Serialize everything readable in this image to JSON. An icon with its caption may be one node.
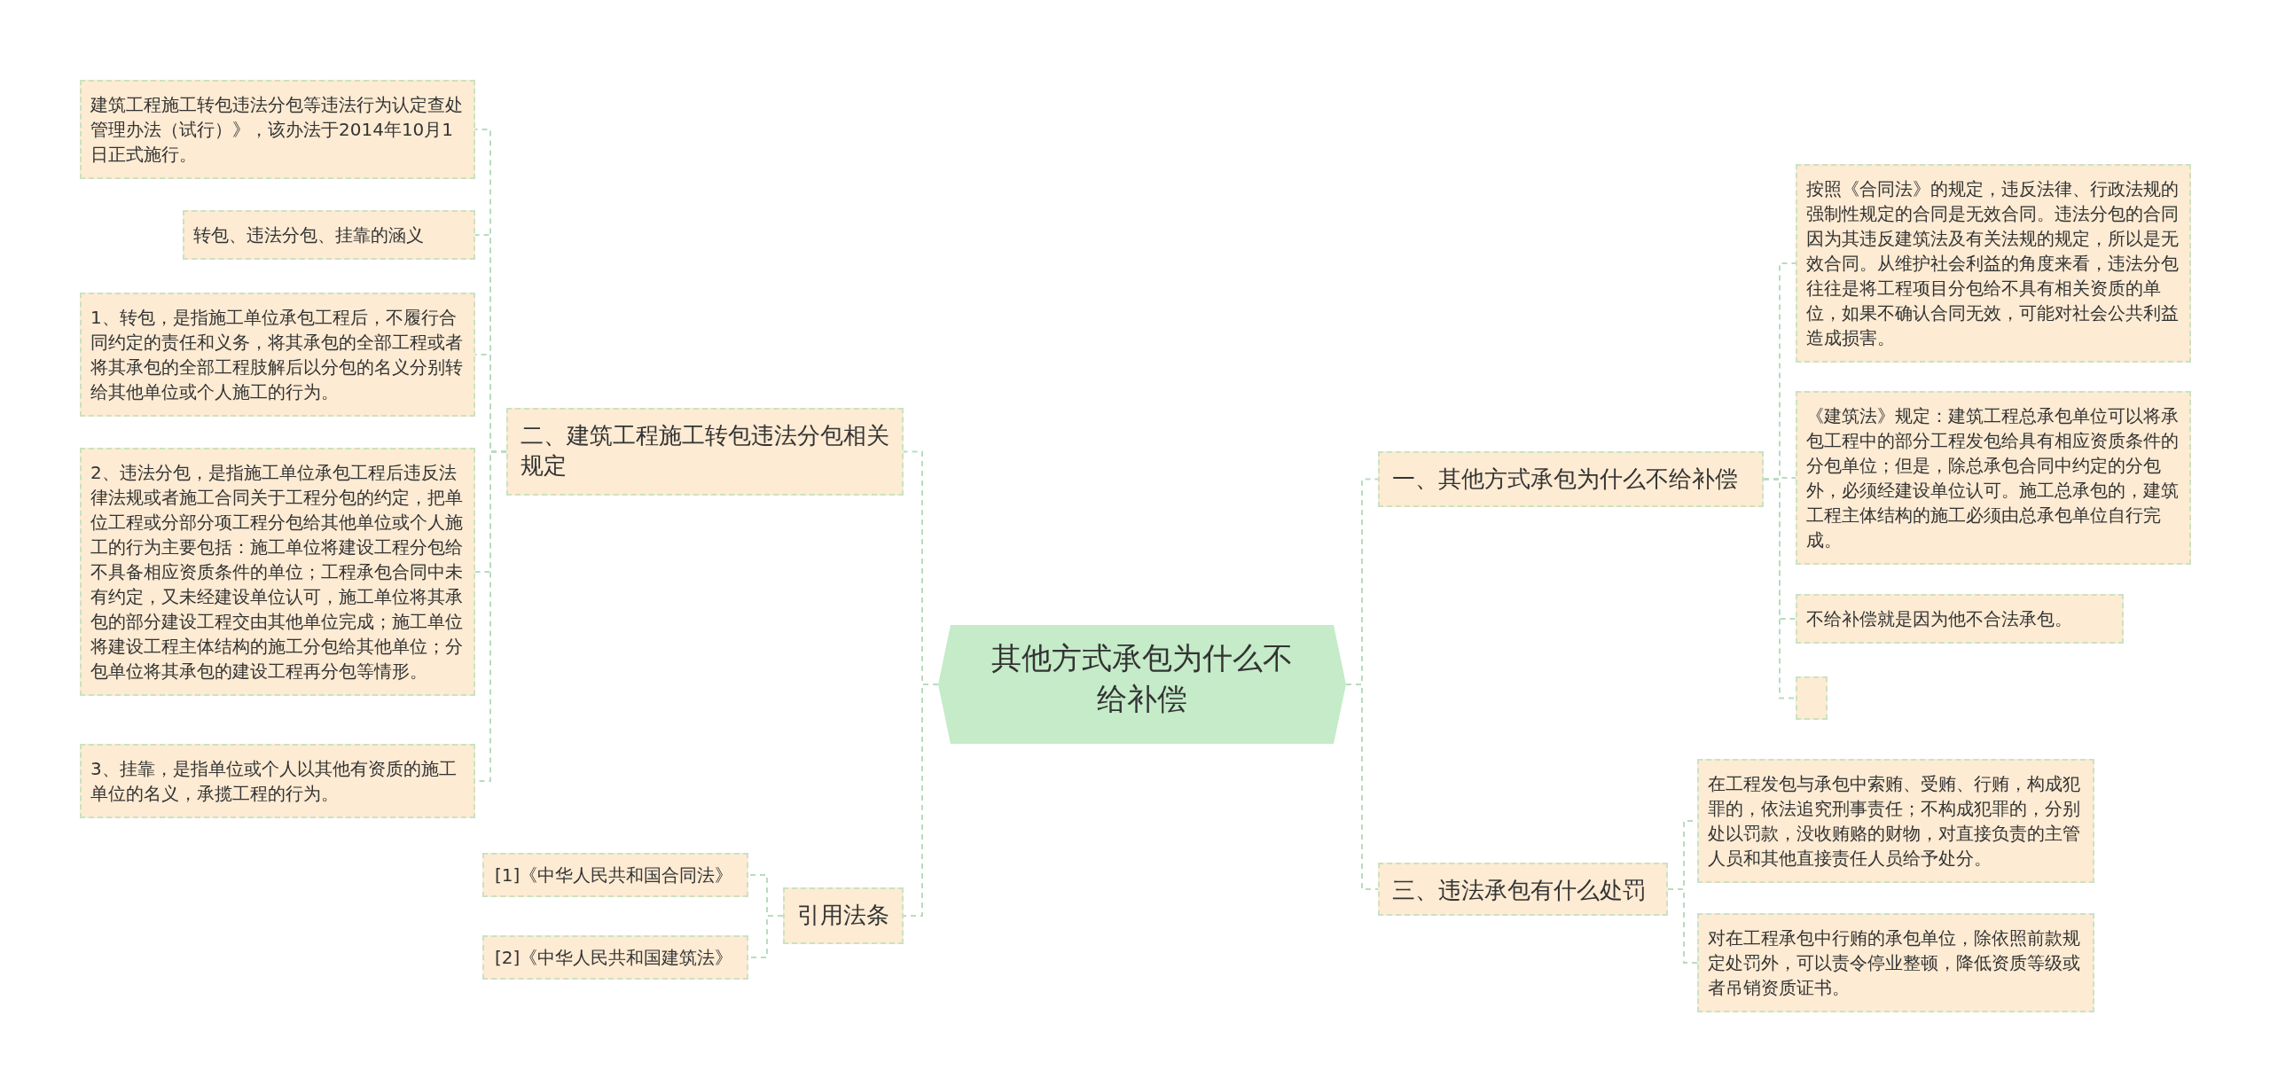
{
  "diagram": {
    "nodes": [
      {
        "text": [
          "其他方式承包为什么不给补偿"
        ]
      },
      {
        "text": [
          "一、其他方式承包为什么不给补偿"
        ]
      },
      {
        "text": [
          "按照《合同法》的规定，违反法律、行政法规的强制性规定的合同是无效合同。违法分包的合同因为其违反建筑法及有关法规的规定，所以是无效合同。从维护社会利益的角度来看，违法分包往往是将工程项目分包给不具有相关资质的单位，如果不确认合同无效，可能对社会公共利益造成损害。"
        ]
      },
      {
        "text": [
          "《建筑法》规定：建筑工程总承包单位可以将承包工程中的部分工程发包给具有相应资质条件的分包单位；但是，除总承包合同中约定的分包外，必须经建设单位认可。施工总承包的，建筑工程主体结构的施工必须由总承包单位自行完成。"
        ]
      },
      {
        "text": [
          "不给补偿就是因为他不合法承包。"
        ]
      },
      {
        "text": [],
        "shape": "box"
      },
      {
        "text": [
          "三、违法承包有什么处罚"
        ]
      },
      {
        "text": [
          "在工程发包与承包中索贿、受贿、行贿，构成犯罪的，依法追究刑事责任；不构成犯罪的，分别处以罚款，没收贿赂的财物，对直接负责的主管人员和其他直接责任人员给予处分。"
        ]
      },
      {
        "text": [
          "对在工程承包中行贿的承包单位，除依照前款规定处罚外，可以责令停业整顿，降低资质等级或者吊销资质证书。"
        ]
      },
      {
        "text": [
          "二、建筑工程施工转包违法分包相关规定"
        ]
      },
      {
        "text": [
          "建筑工程施工转包违法分包等违法行为认定查处管理办法（试行）》，该办法于2014年10月1日正式施行。"
        ]
      },
      {
        "text": [
          "转包、违法分包、挂靠的涵义"
        ]
      },
      {
        "text": [
          "1、转包，是指施工单位承包工程后，不履行合同约定的责任和义务，将其承包的全部工程或者将其承包的全部工程肢解后以分包的名义分别转给其他单位或个人施工的行为。"
        ]
      },
      {
        "text": [
          "2、违法分包，是指施工单位承包工程后违反法律法规或者施工合同关于工程分包的约定，把单位工程或分部分项工程分包给其他单位或个人施工的行为主要包括：施工单位将建设工程分包给不具备相应资质条件的单位；工程承包合同中未有约定，又未经建设单位认可，施工单位将其承包的部分建设工程交由其他单位完成；施工单位将建设工程主体结构的施工分包给其他单位；分包单位将其承包的建设工程再分包等情形。"
        ]
      },
      {
        "text": [
          "3、挂靠，是指单位或个人以其他有资质的施工单位的名义，承揽工程的行为。"
        ]
      },
      {
        "text": [
          "引用法条"
        ]
      },
      {
        "text": [
          "[1]《中华人民共和国合同法》"
        ]
      },
      {
        "text": [
          "[2]《中华人民共和国建筑法》"
        ]
      }
    ],
    "edges": [
      {
        "from": 0,
        "to": 1,
        "arrow": "none"
      },
      {
        "from": 1,
        "to": 2,
        "arrow": "none"
      },
      {
        "from": 1,
        "to": 3,
        "arrow": "none"
      },
      {
        "from": 1,
        "to": 4,
        "arrow": "none"
      },
      {
        "from": 1,
        "to": 5,
        "arrow": "none"
      },
      {
        "from": 0,
        "to": 6,
        "arrow": "none"
      },
      {
        "from": 6,
        "to": 7,
        "arrow": "none"
      },
      {
        "from": 6,
        "to": 8,
        "arrow": "none"
      },
      {
        "from": 0,
        "to": 9,
        "arrow": "none"
      },
      {
        "from": 9,
        "to": 10,
        "arrow": "none"
      },
      {
        "from": 9,
        "to": 11,
        "arrow": "none"
      },
      {
        "from": 9,
        "to": 12,
        "arrow": "none"
      },
      {
        "from": 9,
        "to": 13,
        "arrow": "none"
      },
      {
        "from": 9,
        "to": 14,
        "arrow": "none"
      },
      {
        "from": 0,
        "to": 15,
        "arrow": "none"
      },
      {
        "from": 15,
        "to": 16,
        "arrow": "none"
      },
      {
        "from": 15,
        "to": 17,
        "arrow": "none"
      }
    ]
  }
}
